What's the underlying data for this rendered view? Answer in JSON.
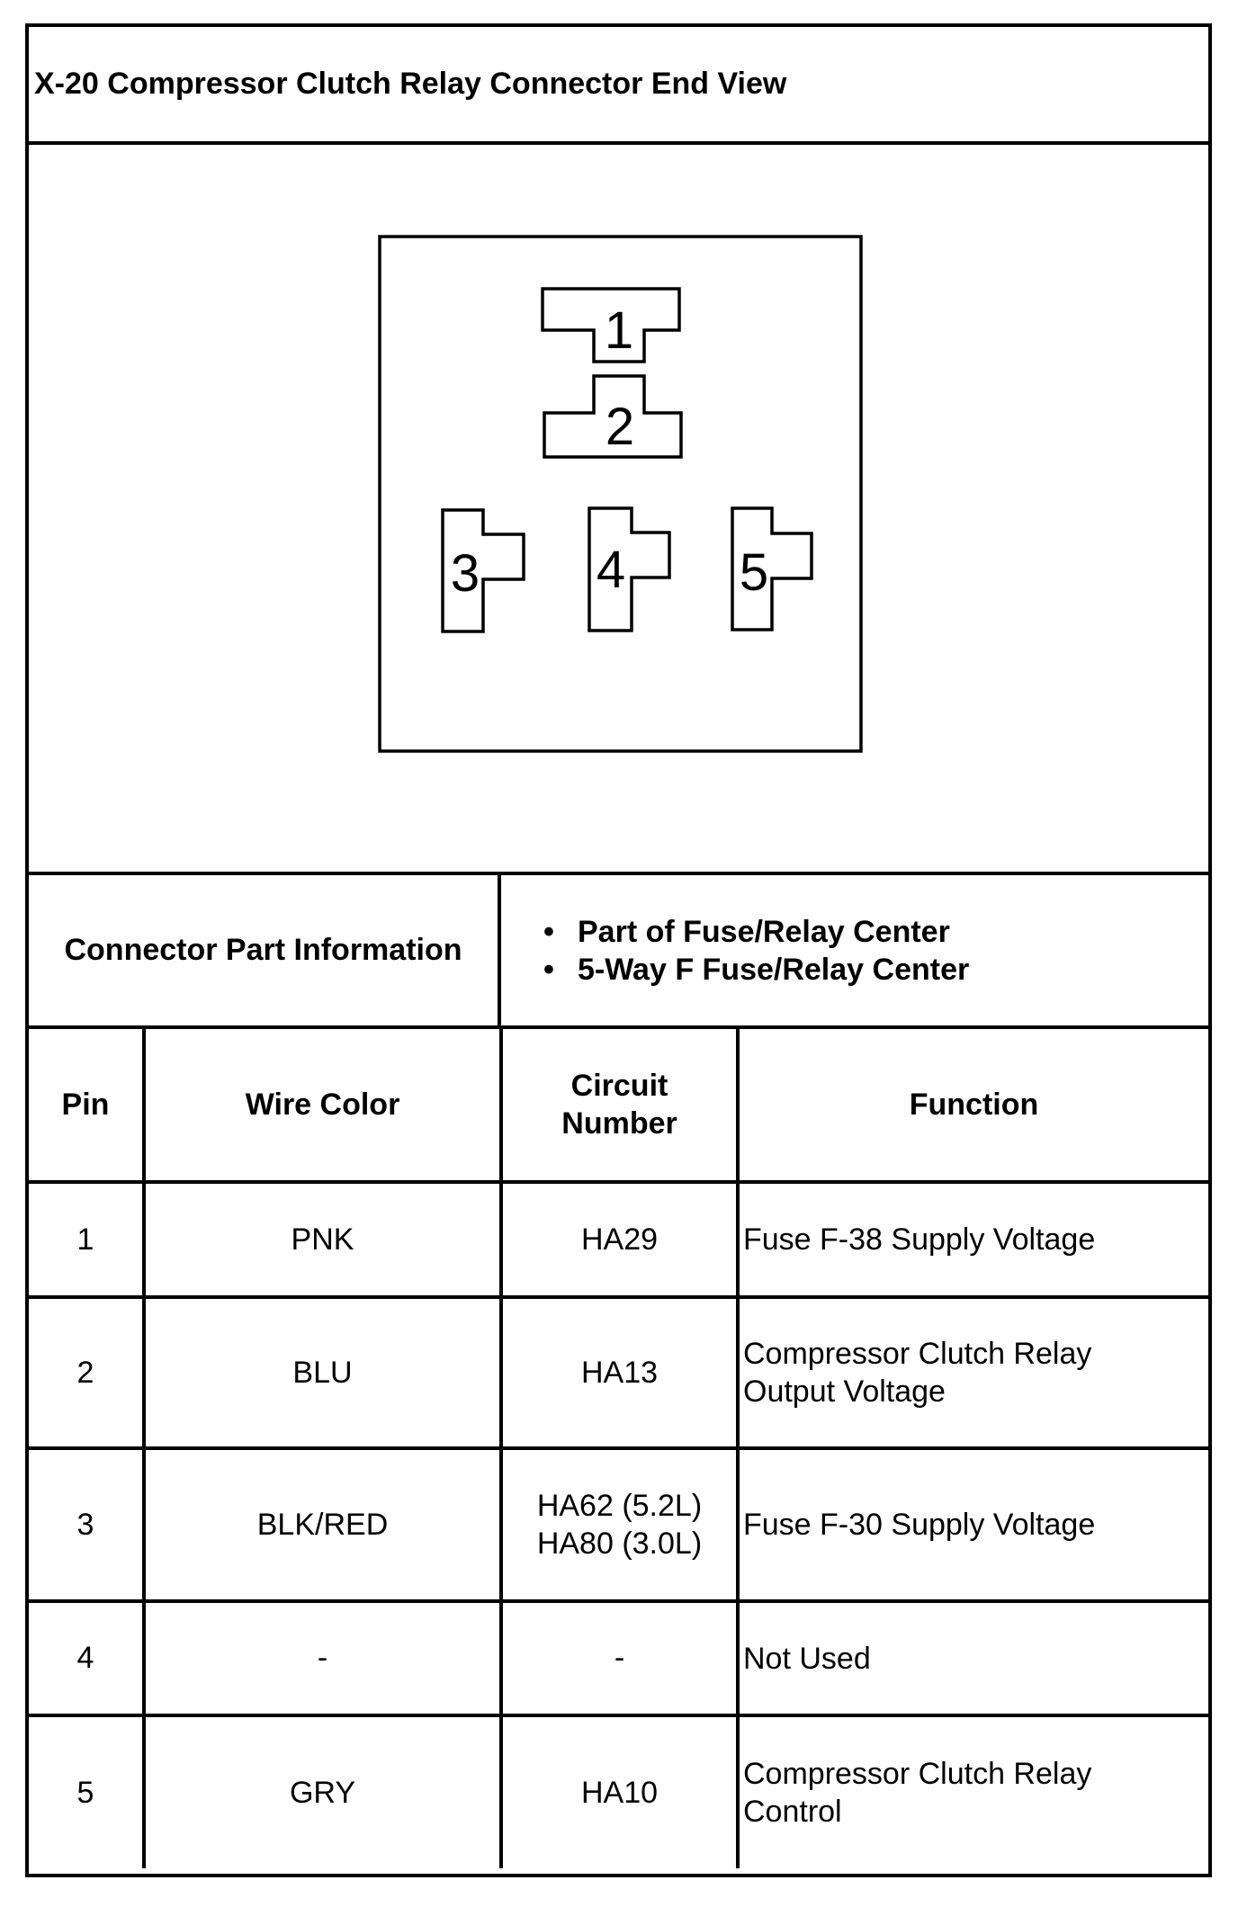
{
  "title": "X-20 Compressor Clutch Relay Connector End View",
  "connector": {
    "pins": [
      "1",
      "2",
      "3",
      "4",
      "5"
    ]
  },
  "part_info": {
    "label": "Connector Part Information",
    "items": [
      "Part of Fuse/Relay Center",
      "5-Way F Fuse/Relay Center"
    ]
  },
  "table": {
    "headers": {
      "pin": "Pin",
      "wire_color": "Wire Color",
      "circuit_line1": "Circuit",
      "circuit_line2": "Number",
      "function": "Function"
    },
    "rows": [
      {
        "pin": "1",
        "wire_color": "PNK",
        "circuit": [
          "HA29"
        ],
        "function": [
          "Fuse F-38 Supply Voltage"
        ]
      },
      {
        "pin": "2",
        "wire_color": "BLU",
        "circuit": [
          "HA13"
        ],
        "function": [
          "Compressor Clutch Relay",
          "Output Voltage"
        ]
      },
      {
        "pin": "3",
        "wire_color": "BLK/RED",
        "circuit": [
          "HA62 (5.2L)",
          "HA80 (3.0L)"
        ],
        "function": [
          "Fuse F-30 Supply Voltage"
        ]
      },
      {
        "pin": "4",
        "wire_color": "-",
        "circuit": [
          "-"
        ],
        "function": [
          "Not Used"
        ]
      },
      {
        "pin": "5",
        "wire_color": "GRY",
        "circuit": [
          "HA10"
        ],
        "function": [
          "Compressor Clutch Relay",
          "Control"
        ]
      }
    ]
  }
}
